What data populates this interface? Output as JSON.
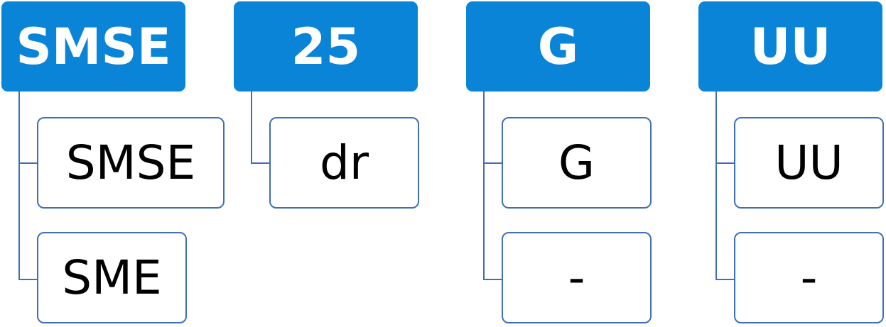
{
  "colors": {
    "header_fill": "#0a84d6",
    "header_text": "#ffffff",
    "child_border": "#3f6fb8",
    "child_text": "#000000"
  },
  "groups": [
    {
      "header": "SMSE",
      "children": [
        "SMSE",
        "SME"
      ]
    },
    {
      "header": "25",
      "children": [
        "dr"
      ]
    },
    {
      "header": "G",
      "children": [
        "G",
        "-"
      ]
    },
    {
      "header": "UU",
      "children": [
        "UU",
        "-"
      ]
    }
  ]
}
